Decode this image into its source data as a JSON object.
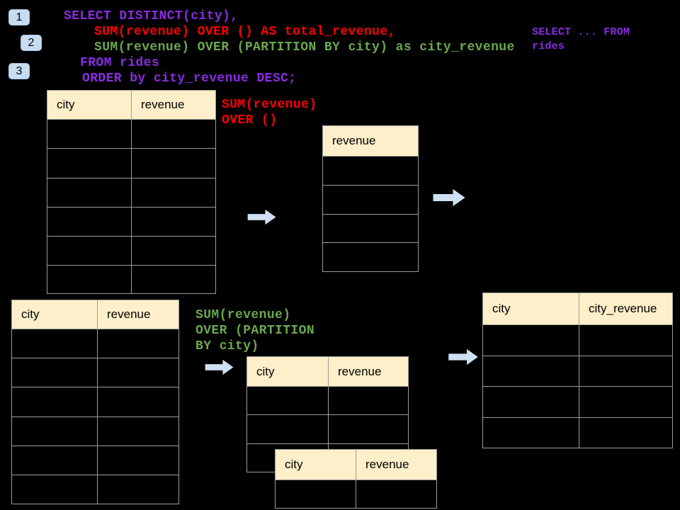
{
  "colors": {
    "bg": "#000000",
    "purple": "#8A2BE2",
    "red": "#FF0000",
    "green": "#6AA84F",
    "header_fill": "#FCEFC9",
    "border": "#9C9C9C",
    "arrow_fill": "#CFE0F3",
    "badge_fill": "#C6DCF1"
  },
  "badges": [
    {
      "label": "1"
    },
    {
      "label": "2"
    },
    {
      "label": "3"
    }
  ],
  "sql_code": {
    "lines": [
      {
        "text": "SELECT DISTINCT(city),",
        "color": "purple"
      },
      {
        "text": "SUM(revenue) OVER () AS total_revenue,",
        "color": "red"
      },
      {
        "text": "SUM(revenue) OVER (PARTITION BY city) as city_revenue",
        "color": "green"
      },
      {
        "text": "FROM rides",
        "color": "purple"
      },
      {
        "text": "ORDER by city_revenue DESC;",
        "color": "purple"
      }
    ]
  },
  "side_code": {
    "lines": [
      {
        "text": "SELECT ... FROM",
        "color": "purple"
      },
      {
        "text": "rides",
        "color": "purple"
      }
    ]
  },
  "annotation_total": {
    "lines": [
      {
        "text": "SUM(revenue)",
        "color": "red"
      },
      {
        "text": "OVER ()",
        "color": "red"
      }
    ]
  },
  "annotation_partition": {
    "lines": [
      {
        "text": "SUM(revenue)",
        "color": "green"
      },
      {
        "text": "OVER (PARTITION",
        "color": "green"
      },
      {
        "text": "BY city)",
        "color": "green"
      }
    ]
  },
  "tables": {
    "rides_top": {
      "headers": [
        "city",
        "revenue"
      ],
      "row_count": 6
    },
    "total_revenue_result": {
      "headers": [
        "revenue"
      ],
      "row_count": 4
    },
    "rides_bottom": {
      "headers": [
        "city",
        "revenue"
      ],
      "row_count": 6
    },
    "partition_a": {
      "headers": [
        "city",
        "revenue"
      ],
      "row_count": 3
    },
    "partition_b": {
      "headers": [
        "city",
        "revenue"
      ],
      "row_count": 1
    },
    "city_revenue_result": {
      "headers": [
        "city",
        "city_revenue"
      ],
      "row_count": 4
    }
  }
}
